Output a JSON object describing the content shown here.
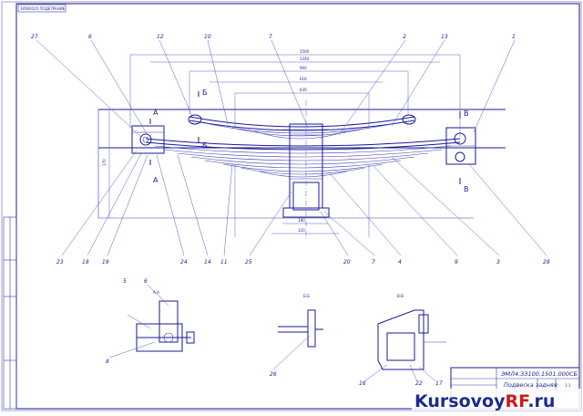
{
  "sheet": {
    "top_stamp": "ЗУ000105 ПОДЕТРЕНИЕ",
    "doc_number": "ЭМЛ4.33100.1501.000СБ",
    "doc_title": "Подвеска задняя",
    "sheet_label": "1:1",
    "watermark_main": "Kursovoy",
    "watermark_accent": "RF",
    "watermark_tld": ".ru"
  },
  "callouts": {
    "top": [
      "27",
      "6",
      "12",
      "10",
      "7",
      "2",
      "13",
      "1"
    ],
    "bottom": [
      "23",
      "18",
      "19",
      "24",
      "14",
      "11",
      "25",
      "20",
      "7",
      "4",
      "9",
      "3",
      "28"
    ]
  },
  "section_marks": {
    "a": "А",
    "b": "Б",
    "v": "В"
  },
  "dimensions": {
    "d1": "1500",
    "d2": "1340",
    "d3": "960",
    "d4": "616",
    "d5": "630",
    "d6": "170",
    "d7": "180",
    "d8": "120"
  },
  "sections": {
    "aa": {
      "title": "А-А",
      "labels": [
        "5",
        "6",
        "8"
      ]
    },
    "bb": {
      "title": "Б-Б",
      "labels": [
        "26"
      ]
    },
    "vv": {
      "title": "В-В",
      "labels": [
        "16",
        "22",
        "17"
      ]
    }
  }
}
